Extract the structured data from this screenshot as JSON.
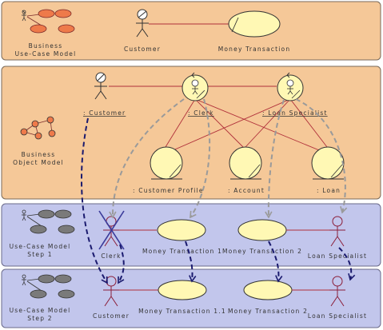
{
  "panels": [
    {
      "id": "business-use-case",
      "label_lines": [
        "Business",
        "Use-Case Model"
      ],
      "color": "#f5c898"
    },
    {
      "id": "business-object",
      "label_lines": [
        "Business",
        "Object Model"
      ],
      "color": "#f5c898"
    },
    {
      "id": "step1",
      "label_lines": [
        "Use-Case Model",
        "Step 1"
      ],
      "color": "#c2c6ec"
    },
    {
      "id": "step2",
      "label_lines": [
        "Use-Case Model",
        "Step 2"
      ],
      "color": "#c2c6ec"
    }
  ],
  "business_use_case": {
    "actor": "Customer",
    "use_case": "Money Transaction"
  },
  "business_object": {
    "customer": ": Customer",
    "workers": [
      ": Clerk",
      ": Loan Specialist"
    ],
    "entities": [
      ": Customer Profile",
      ": Account",
      ": Loan"
    ]
  },
  "step1": {
    "actor_left": "Clerk",
    "use_cases": [
      "Money Transaction 1",
      "Money Transaction 2"
    ],
    "actor_right": "Loan Specialist"
  },
  "step2": {
    "actor_left": "Customer",
    "use_cases": [
      "Money Transaction 1.1",
      "Money Transaction 2"
    ],
    "actor_right": "Loan Specialist"
  },
  "colors": {
    "orange_panel": "#f5c898",
    "blue_panel": "#c2c6ec",
    "use_case_fill": "#fff8b4",
    "actor_line": "#8b1f3a",
    "association_line": "#b0303a",
    "dependency_gray": "#9a9a9a",
    "dependency_navy": "#1a1a6e"
  }
}
